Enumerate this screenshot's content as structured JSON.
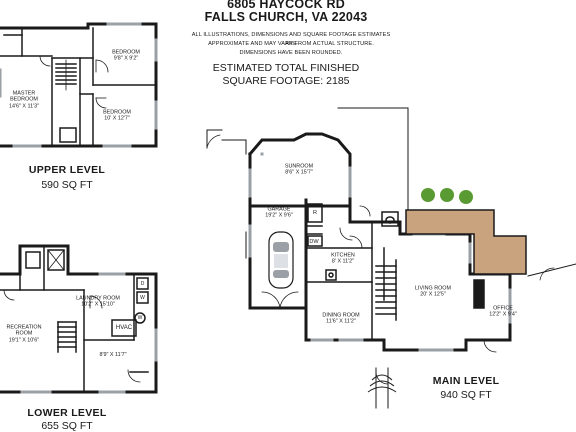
{
  "header": {
    "address_line1": "6805 HAYCOCK RD",
    "address_line2": "FALLS CHURCH, VA 22043",
    "disclaimer_line1": "ALL ILLUSTRATIONS, DIMENSIONS AND SQUARE FOOTAGE ESTIMATES ARE",
    "disclaimer_line2": "APPROXIMATE AND MAY VARY FROM ACTUAL STRUCTURE.",
    "disclaimer_line3": "DIMENSIONS HAVE BEEN ROUNDED.",
    "total_line1": "ESTIMATED TOTAL FINISHED",
    "total_line2": "SQUARE FOOTAGE: 2185"
  },
  "upper_level": {
    "title": "UPPER LEVEL",
    "sqft": "590 SQ FT",
    "rooms": [
      {
        "name": "BEDROOM",
        "dims": "9'8\" X 9'2\""
      },
      {
        "name": "MASTER BEDROOM",
        "name2": "BEDROOM",
        "name1": "MASTER",
        "dims": "14'6\" X 11'3\""
      },
      {
        "name": "BEDROOM",
        "dims": "10' X 12'7\""
      }
    ]
  },
  "lower_level": {
    "title": "LOWER LEVEL",
    "sqft": "655 SQ FT",
    "rooms": [
      {
        "name": "LAUNDRY ROOM",
        "dims": "10'2\" X 15'10\""
      },
      {
        "name1": "RECREATION",
        "name2": "ROOM",
        "dims": "19'1\" X 10'6\""
      },
      {
        "name": "",
        "dims": "8'9\" X 11'7\""
      }
    ],
    "tags": {
      "hvac": "HVAC",
      "d": "D",
      "w": "W",
      "wh": "W"
    }
  },
  "main_level": {
    "title": "MAIN LEVEL",
    "sqft": "940 SQ FT",
    "rooms": [
      {
        "name": "SUNROOM",
        "dims": "8'6\" X 15'7\""
      },
      {
        "name": "GARAGE",
        "dims": "19'2\" X 9'6\""
      },
      {
        "name": "KITCHEN",
        "dims": "8' X 11'2\""
      },
      {
        "name": "LIVING ROOM",
        "dims": "20' X 12'5\""
      },
      {
        "name": "DINING ROOM",
        "dims": "11'6\" X 11'2\""
      },
      {
        "name": "OFFICE",
        "dims": "12'2\" X 9'4\""
      }
    ],
    "tags": {
      "r": "R",
      "dw": "DW"
    }
  },
  "colors": {
    "wall": "#1a1a1a",
    "deck": "#c9a27e",
    "bush": "#5a9a32",
    "window": "#9aa0a6"
  }
}
